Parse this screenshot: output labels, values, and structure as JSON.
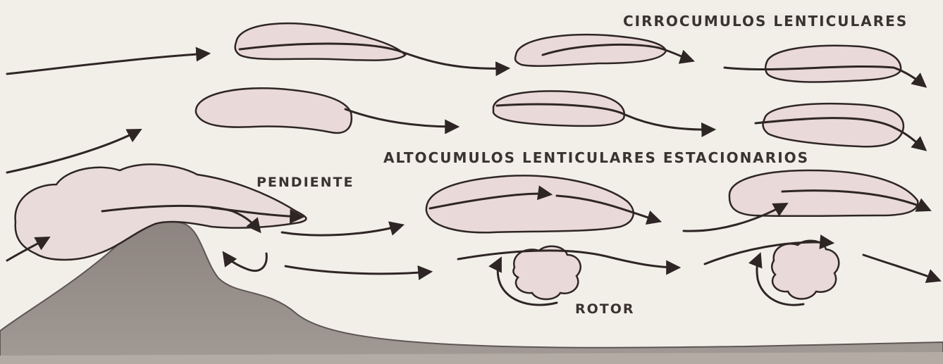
{
  "labels": {
    "cirrocumulus": "CIRROCUMULOS LENTICULARES",
    "altocumulus": "ALTOCUMULOS LENTICULARES ESTACIONARIOS",
    "slope": "PENDIENTE",
    "rotor": "ROTOR"
  },
  "colors": {
    "background": "#f2efe9",
    "cloud_fill": "#e8d8d8",
    "mountain": "#8a817c",
    "ground": "#9d958f",
    "stroke": "#2e2624"
  }
}
